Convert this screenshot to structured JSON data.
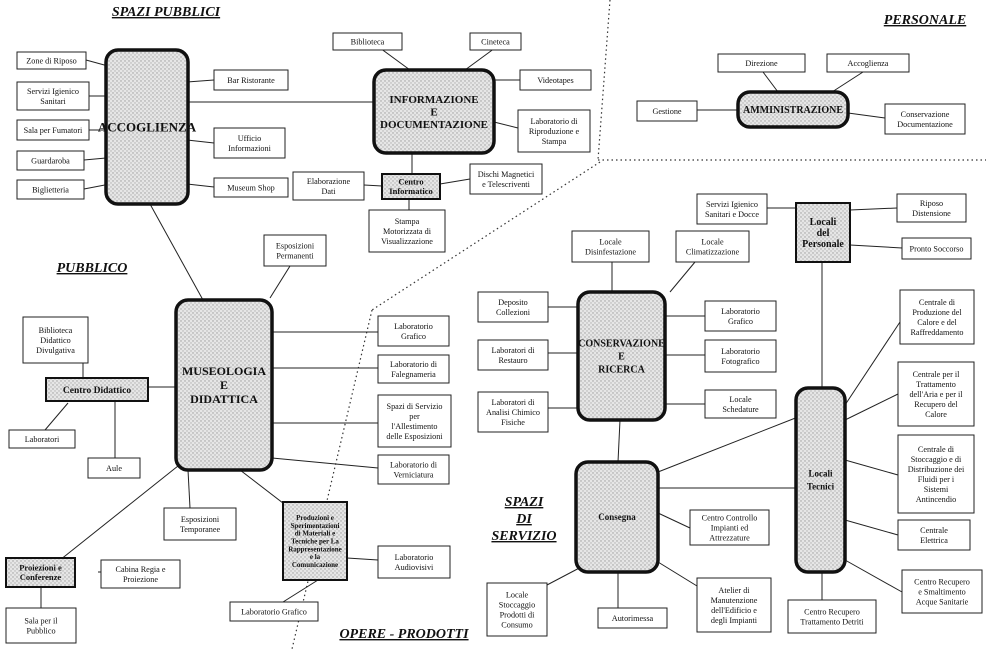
{
  "regions": [
    "SPAZI PUBBLICI",
    "PERSONALE",
    "PUBBLICO",
    [
      "SPAZI",
      "DI",
      "SERVIZIO"
    ],
    "OPERE - PRODOTTI"
  ],
  "hubs": {
    "accoglienza": [
      "ACCOGLIENZA"
    ],
    "informazione": [
      "INFORMAZIONE",
      "E",
      "DOCUMENTAZIONE"
    ],
    "amministrazione": [
      "AMMINISTRAZIONE"
    ],
    "museologia": [
      "MUSEOLOGIA",
      "E",
      "DIDATTICA"
    ],
    "conservazione": [
      "CONSERVAZIONE",
      "E",
      "RICERCA"
    ],
    "consegna": [
      "Consegna"
    ],
    "locali_tecnici": [
      "Locali",
      "Tecnici"
    ]
  },
  "mid_nodes": {
    "centro_informatico": [
      "Centro",
      "Informatico"
    ],
    "locali_personale": [
      "Locali",
      "del",
      "Personale"
    ],
    "centro_didattico": [
      "Centro Didattico"
    ],
    "proiezioni": [
      "Proiezioni e",
      "Conferenze"
    ],
    "produzioni": [
      "Produzioni e",
      "Sperimentazioni",
      "di Materiali e",
      "Tecniche per La",
      "Rappresentazione",
      "e la",
      "Comunicazione"
    ]
  },
  "leaves": {
    "zone_riposo": [
      "Zone di Riposo"
    ],
    "servizi_igienici": [
      "Servizi Igienico",
      "Sanitari"
    ],
    "sala_fumatori": [
      "Sala per Fumatori"
    ],
    "guardaroba": [
      "Guardaroba"
    ],
    "biglietteria": [
      "Biglietteria"
    ],
    "bar_ristorante": [
      "Bar Ristorante"
    ],
    "ufficio_informazioni": [
      "Ufficio",
      "Informazioni"
    ],
    "museum_shop": [
      "Museum Shop"
    ],
    "biblioteca": [
      "Biblioteca"
    ],
    "cineteca": [
      "Cineteca"
    ],
    "videotapes": [
      "Videotapes"
    ],
    "lab_riproduzione": [
      "Laboratorio di",
      "Riproduzione e",
      "Stampa"
    ],
    "elaborazione_dati": [
      "Elaborazione",
      "Dati"
    ],
    "dischi_magnetici": [
      "Dischi Magnetici",
      "e Telescriventi"
    ],
    "stampa_motorizzata": [
      "Stampa",
      "Motorizzata di",
      "Visualizzazione"
    ],
    "direzione": [
      "Direzione"
    ],
    "accoglienza_pers": [
      "Accoglienza"
    ],
    "gestione": [
      "Gestione"
    ],
    "conservazione_doc": [
      "Conservazione",
      "Documentazione"
    ],
    "esposizioni_permanenti": [
      "Esposizioni",
      "Permanenti"
    ],
    "biblioteca_didattico": [
      "Biblioteca",
      "Didattico",
      "Divulgativa"
    ],
    "laboratori": [
      "Laboratori"
    ],
    "aule": [
      "Aule"
    ],
    "lab_grafico_mus": [
      "Laboratorio",
      "Grafico"
    ],
    "lab_falegnameria": [
      "Laboratorio di",
      "Falegnameria"
    ],
    "spazi_servizio_allest": [
      "Spazi di Servizio",
      "per",
      "l'Allestimento",
      "delle Esposizioni"
    ],
    "lab_verniciatura": [
      "Laboratorio di",
      "Verniciatura"
    ],
    "esposizioni_temporanee": [
      "Esposizioni",
      "Temporanee"
    ],
    "cabina_regia": [
      "Cabina Regia e",
      "Proiezione"
    ],
    "sala_pubblico": [
      "Sala per il",
      "Pubblico"
    ],
    "lab_audiovisivi": [
      "Laboratorio",
      "Audiovisivi"
    ],
    "lab_grafico_prod": [
      "Laboratorio Grafico"
    ],
    "servizi_igienici_docce": [
      "Servizi Igienico",
      "Sanitari e Docce"
    ],
    "riposo_distensione": [
      "Riposo",
      "Distensione"
    ],
    "pronto_soccorso": [
      "Pronto Soccorso"
    ],
    "locale_disinfestazione": [
      "Locale",
      "Disinfestazione"
    ],
    "locale_climatizzazione": [
      "Locale",
      "Climatizzazione"
    ],
    "deposito_collezioni": [
      "Deposito",
      "Collezioni"
    ],
    "lab_restauro": [
      "Laboratori di",
      "Restauro"
    ],
    "lab_analisi": [
      "Laboratori di",
      "Analisi Chimico",
      "Fisiche"
    ],
    "lab_grafico_cons": [
      "Laboratorio",
      "Grafico"
    ],
    "lab_fotografico": [
      "Laboratorio",
      "Fotografico"
    ],
    "locale_schedature": [
      "Locale",
      "Schedature"
    ],
    "centrale_calore": [
      "Centrale di",
      "Produzione del",
      "Calore e del",
      "Raffreddamento"
    ],
    "centrale_aria": [
      "Centrale per il",
      "Trattamento",
      "dell'Aria e per il",
      "Recupero del",
      "Calore"
    ],
    "centrale_fluidi": [
      "Centrale di",
      "Stoccaggio e di",
      "Distribuzione dei",
      "Fluidi per i",
      "Sistemi",
      "Antincendio"
    ],
    "centrale_elettrica": [
      "Centrale",
      "Elettrica"
    ],
    "centro_acque": [
      "Centro Recupero",
      "e Smaltimento",
      "Acque Sanitarie"
    ],
    "centro_detriti": [
      "Centro Recupero",
      "Trattamento Detriti"
    ],
    "centro_controllo": [
      "Centro Controllo",
      "Impianti ed",
      "Attrezzature"
    ],
    "atelier": [
      "Atelier di",
      "Manutenzione",
      "dell'Edificio e",
      "degli Impianti"
    ],
    "autorimessa": [
      "Autorimessa"
    ],
    "locale_stoccaggio": [
      "Locale",
      "Stoccaggio",
      "Prodotti di",
      "Consumo"
    ]
  }
}
